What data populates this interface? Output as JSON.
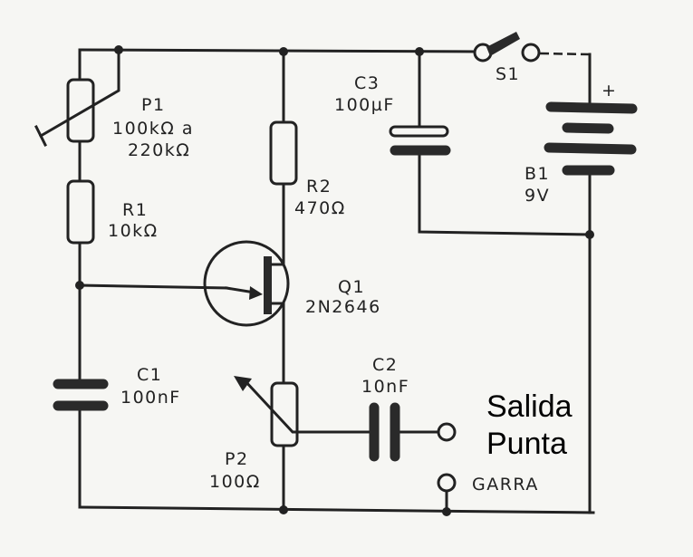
{
  "components": {
    "P1": {
      "ref": "P1",
      "value": "100kΩ a",
      "value2": "220kΩ"
    },
    "R1": {
      "ref": "R1",
      "value": "10kΩ"
    },
    "R2": {
      "ref": "R2",
      "value": "470Ω"
    },
    "Q1": {
      "ref": "Q1",
      "value": "2N2646"
    },
    "C1": {
      "ref": "C1",
      "value": "100nF"
    },
    "C2": {
      "ref": "C2",
      "value": "10nF"
    },
    "C3": {
      "ref": "C3",
      "value": "100µF"
    },
    "P2": {
      "ref": "P2",
      "value": "100Ω"
    },
    "S1": {
      "ref": "S1"
    },
    "B1": {
      "ref": "B1",
      "value": "9V",
      "polarity": "+"
    }
  },
  "outputs": {
    "tip_line1": "Salida",
    "tip_line2": "Punta",
    "ground": "GARRA"
  }
}
